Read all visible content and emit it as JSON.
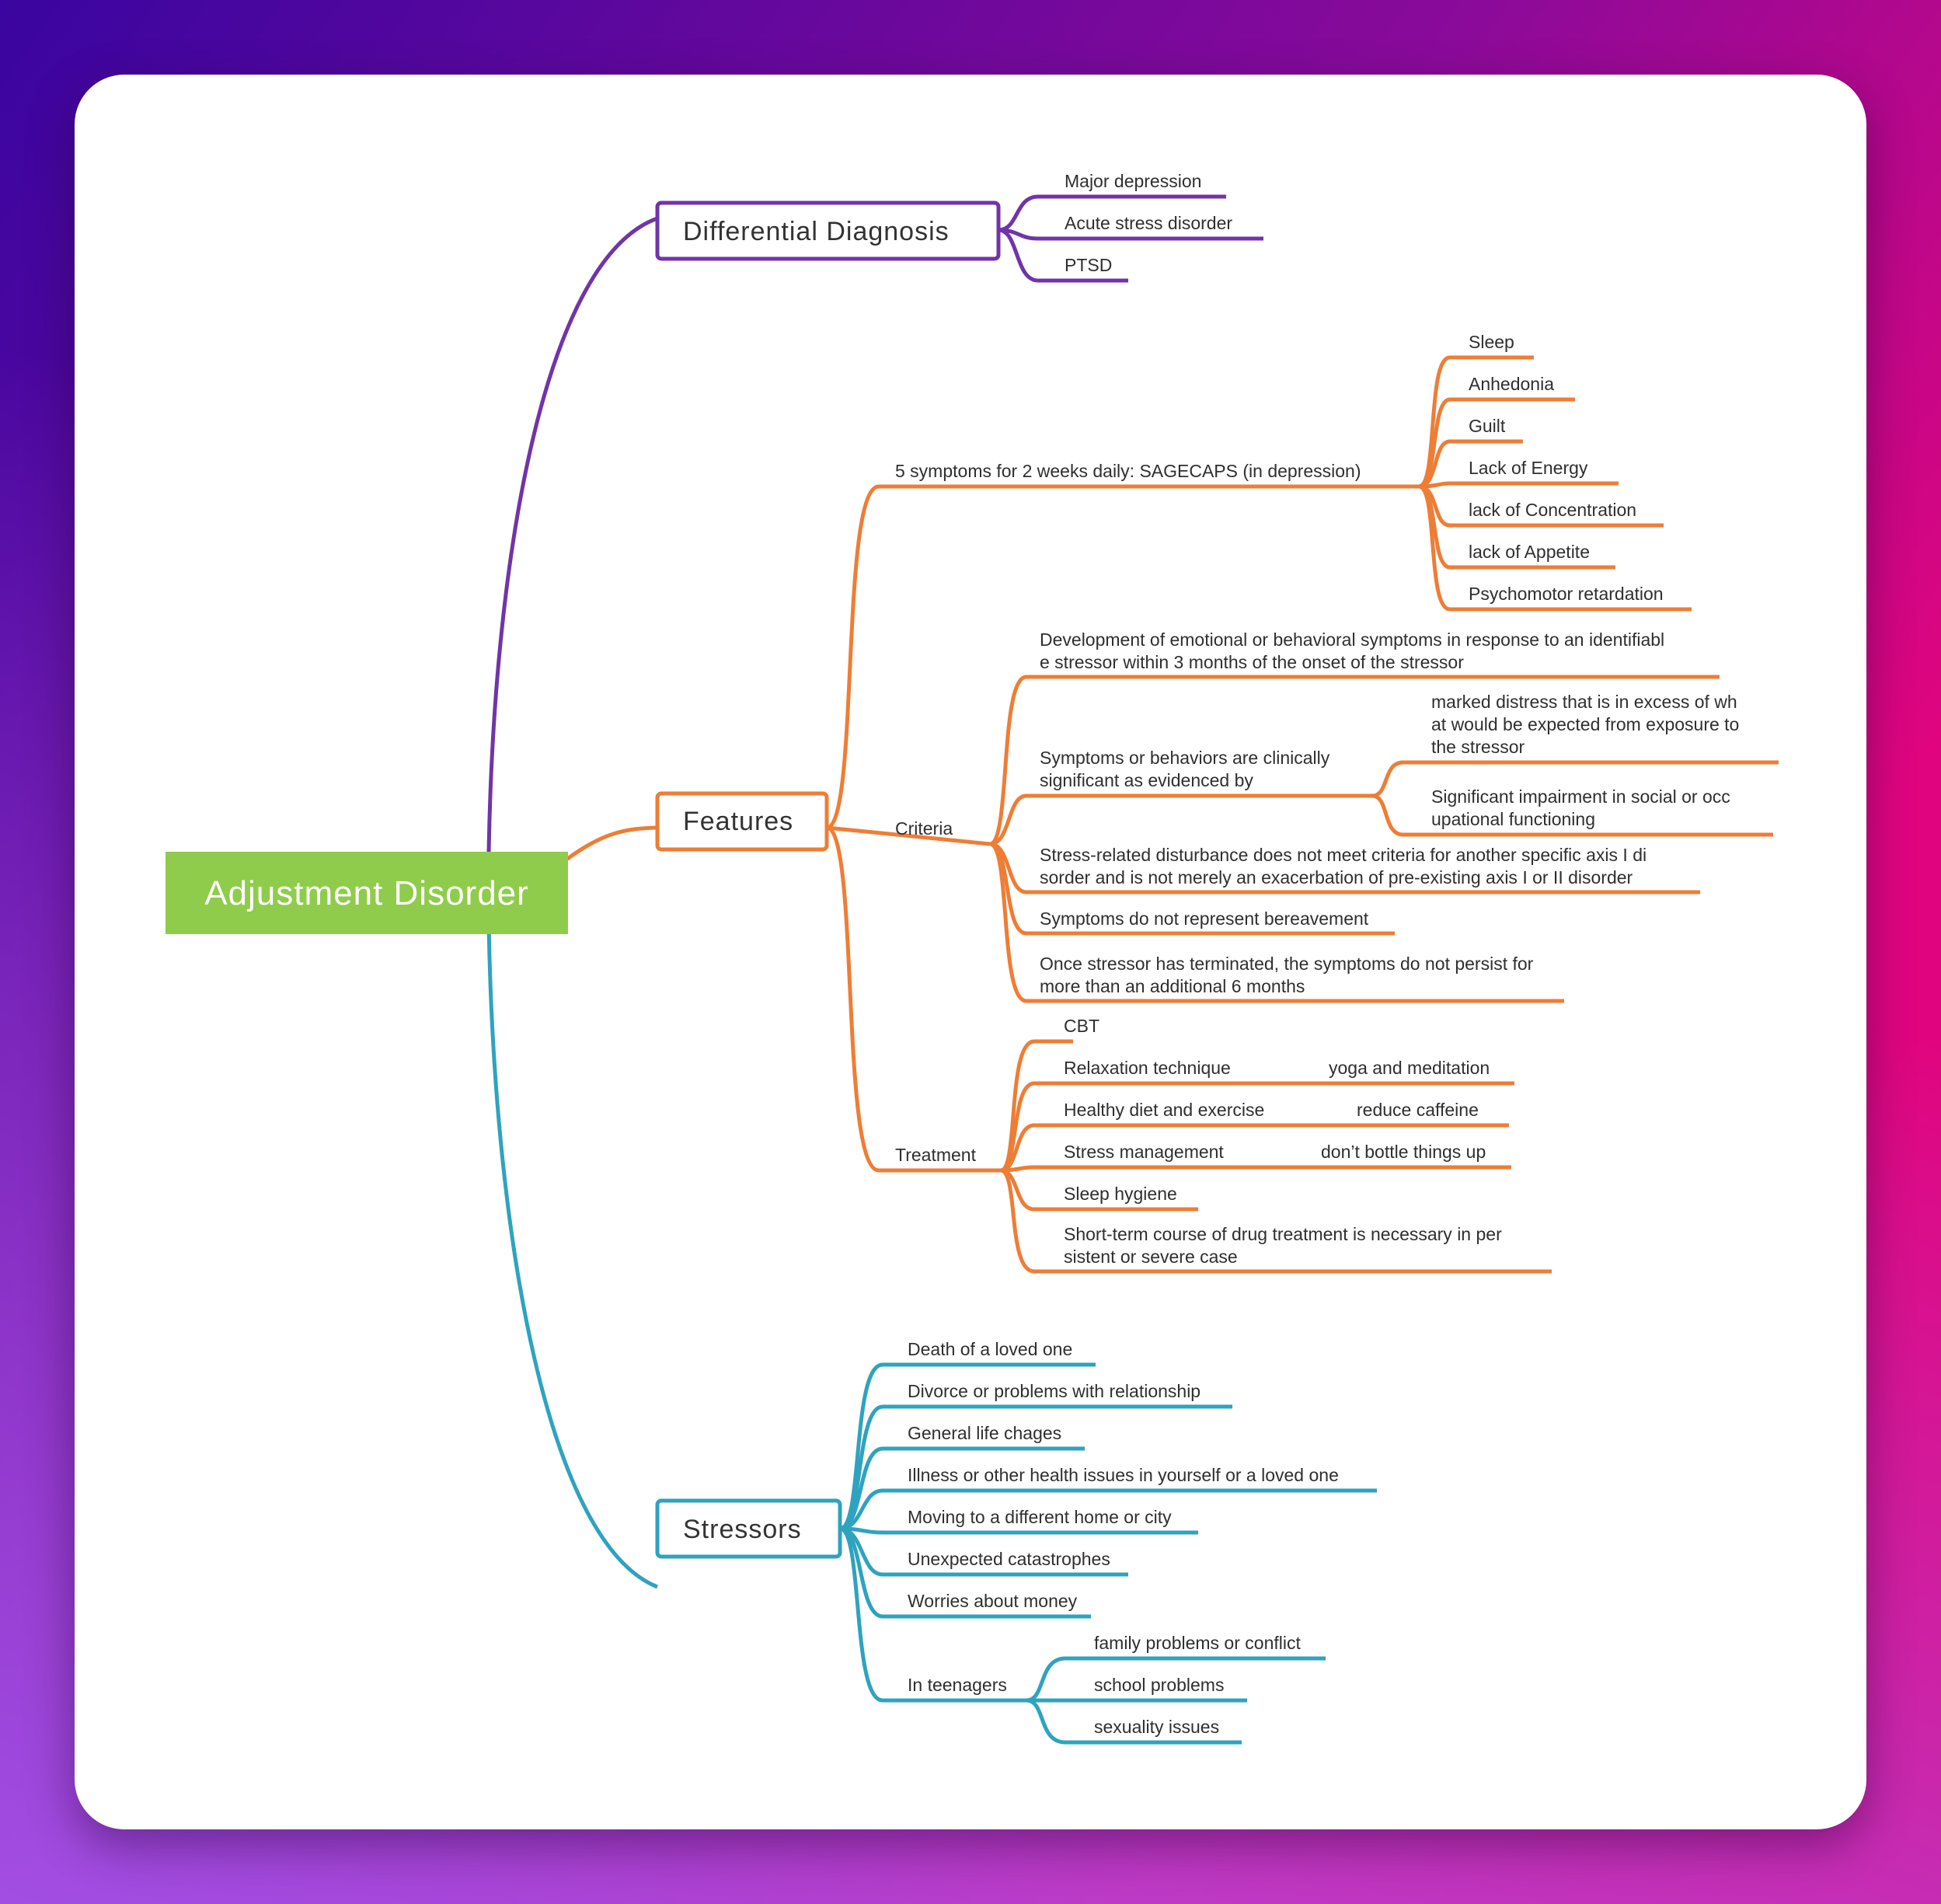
{
  "colors": {
    "root": "#8fcc4b",
    "differential": "#7134a8",
    "features": "#ee7d35",
    "stressors": "#2ea3bf"
  },
  "root": "Adjustment Disorder",
  "differential": {
    "label": "Differential Diagnosis",
    "items": [
      "Major depression",
      "Acute stress disorder",
      "PTSD"
    ]
  },
  "features": {
    "label": "Features",
    "symptoms": {
      "label": "5 symptoms for 2 weeks daily: SAGECAPS (in depression)",
      "items": [
        "Sleep",
        "Anhedonia",
        "Guilt",
        "Lack of Energy",
        "lack of Concentration",
        "lack of Appetite",
        "Psychomotor retardation"
      ]
    },
    "criteria": {
      "label": "Criteria",
      "c1": [
        "Development of emotional or behavioral symptoms in response to an identifiabl",
        "e stressor within 3 months of the onset of the stressor"
      ],
      "c2": [
        "Symptoms or behaviors are clinically",
        "significant as evidenced by"
      ],
      "c2a": [
        "marked distress that is in excess of wh",
        "at would be expected from exposure to",
        "the stressor"
      ],
      "c2b": [
        "Significant impairment in social or occ",
        "upational functioning"
      ],
      "c3": [
        "Stress-related disturbance does not meet criteria for another specific axis I di",
        "sorder and is not merely an exacerbation of pre-existing axis I or II disorder"
      ],
      "c4": "Symptoms do not represent bereavement",
      "c5": [
        "Once stressor has terminated, the symptoms do not persist for",
        "more than an additional 6 months"
      ]
    },
    "treatment": {
      "label": "Treatment",
      "t1": "CBT",
      "t2": "Relaxation technique",
      "t2a": "yoga and meditation",
      "t3": "Healthy diet and exercise",
      "t3a": "reduce caffeine",
      "t4": "Stress management",
      "t4a": "don’t bottle things up",
      "t5": "Sleep hygiene",
      "t6": [
        "Short-term course of drug treatment is necessary in per",
        "sistent or severe case"
      ]
    }
  },
  "stressors": {
    "label": "Stressors",
    "items": [
      "Death of a loved one",
      "Divorce or problems with relationship",
      "General life chages",
      "Illness or other health issues in yourself or a loved one",
      "Moving to a different home or city",
      "Unexpected catastrophes",
      "Worries about money"
    ],
    "teen_label": "In teenagers",
    "teen_items": [
      "family problems or conflict",
      "school problems",
      "sexuality issues"
    ]
  }
}
